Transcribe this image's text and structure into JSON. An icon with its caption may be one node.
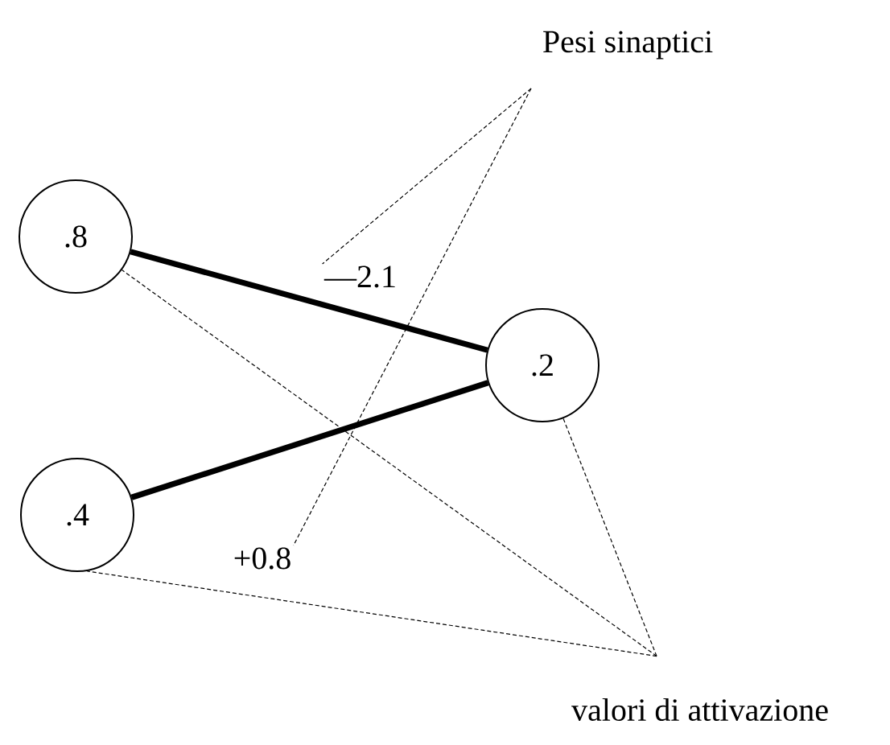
{
  "diagram": {
    "nodes": [
      {
        "text": [
          "Pesi sinaptici"
        ]
      },
      {
        "text": [
          ".8"
        ]
      },
      {
        "text": [
          "—2.1"
        ]
      },
      {
        "text": [
          ".2"
        ]
      },
      {
        "text": [
          ".4"
        ]
      },
      {
        "text": [
          "+0.8"
        ]
      },
      {
        "text": [
          "valori di attivazione"
        ]
      }
    ],
    "edges": [
      {
        "from": 1,
        "to": 3,
        "arrow": "none",
        "style": "thick"
      },
      {
        "from": 4,
        "to": 3,
        "arrow": "none",
        "style": "thick"
      },
      {
        "from": 0,
        "to": 2,
        "arrow": "none",
        "style": "dashed"
      },
      {
        "from": 0,
        "to": 5,
        "arrow": "none",
        "style": "dashed"
      },
      {
        "from": 6,
        "to": 1,
        "arrow": "none",
        "style": "dashed"
      },
      {
        "from": 6,
        "to": 4,
        "arrow": "none",
        "style": "dashed"
      },
      {
        "from": 6,
        "to": 3,
        "arrow": "none",
        "style": "dashed"
      }
    ]
  }
}
